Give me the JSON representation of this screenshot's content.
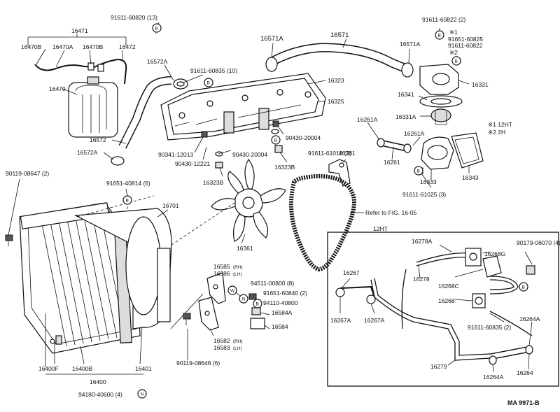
{
  "labels": {
    "p16471": "16471",
    "p16470b_l": "16470B",
    "p16470a": "16470A",
    "p16470b_r": "16470B",
    "p16472": "16472",
    "p16470": "16470",
    "p91611_60820": "91611-60820 (13)",
    "p16572a_top": "16572A",
    "p91611_60835_10": "91611-60835 (10)",
    "p16572": "16572",
    "p16572a_bot": "16572A",
    "p90341_12013": "90341-12013",
    "p90430_12221": "90430-12221",
    "p16571a_l": "16571A",
    "p16571": "16571",
    "p16571a_r": "16571A",
    "p16323": "16323",
    "p16325": "16325",
    "p90430_20004_a": "90430-20004",
    "p90430_20004_b": "90430-20004",
    "p16323b_a": "16323B",
    "p16323b_b": "16323B",
    "p91611_60822": "91611-60822 (2)",
    "p_mark1": "※1",
    "p91651_60825": "91651-60825",
    "p91611_60822b": "91611-60822",
    "p_mark2": "※2",
    "p16331": "16331",
    "p16341": "16341",
    "p16331a": "16331A",
    "p16261a_l": "16261A",
    "p16261a_r": "16261A",
    "p16261": "16261",
    "p16333": "16333",
    "p16343": "16343",
    "p91611_61018": "91611-61018 (2)",
    "p16381": "16381",
    "p91611_61025": "91611-61025 (3)",
    "p_legend1": "※1 12HT",
    "p_legend2": "※2 2H",
    "p90119_08647": "90119-08647 (2)",
    "p91651_40814": "91651-40814 (6)",
    "p16701": "16701",
    "p_refer": "Refer to FIG. 16-05",
    "p16361": "16361",
    "p16585": "16585",
    "p16585_rh": "(RH)",
    "p16586": "16586",
    "p16586_lh": "(LH)",
    "p94511_00800": "94511-00800 (8)",
    "p91651_60840": "91651-60840 (2)",
    "p94110_40800": "94110-40800",
    "p16584a": "16584A",
    "p16584": "16584",
    "p16582": "16582",
    "p16582_rh": "(RH)",
    "p16583": "16583",
    "p16583_lh": "(LH)",
    "p90119_08646": "90119-08646 (6)",
    "p16400f": "16400F",
    "p16400b": "16400B",
    "p16401": "16401",
    "p16400": "16400",
    "p94180_40600": "94180-40600 (4)",
    "p12ht": "12HT",
    "p16278a": "16278A",
    "p16268g": "16268G",
    "p90179_06070": "90179-06070 (4)",
    "p16267": "16267",
    "p16278": "16278",
    "p16268c": "16268C",
    "p16268": "16268",
    "p16267a_l": "16267A",
    "p16267a_r": "16267A",
    "p91611_60835_2": "91611-60835 (2)",
    "p16264a_r": "16264A",
    "p16279": "16279",
    "p16264a_b": "16264A",
    "p16264": "16264",
    "p_ma": "MA  9971-B"
  },
  "callouts": {
    "b": "B",
    "w": "W",
    "n": "N"
  }
}
